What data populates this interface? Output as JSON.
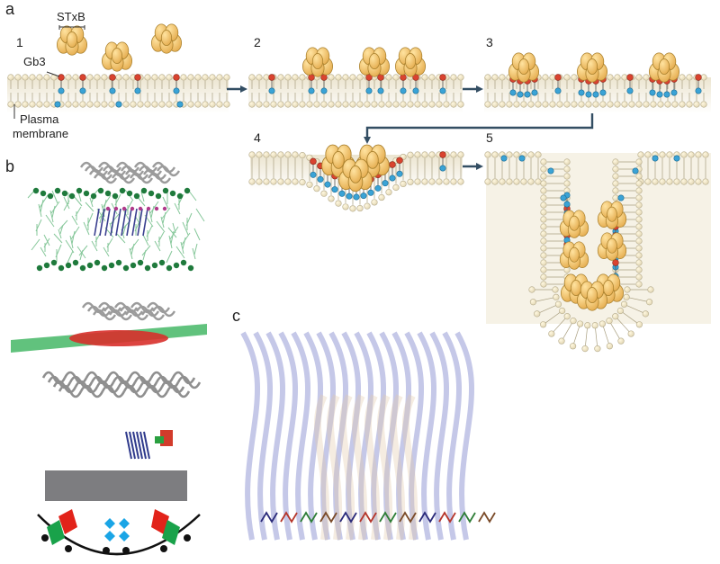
{
  "panels": {
    "a": "a",
    "b": "b",
    "c": "c"
  },
  "steps": {
    "s1": "1",
    "s2": "2",
    "s3": "3",
    "s4": "4",
    "s5": "5"
  },
  "labels": {
    "stxb": "STxB",
    "gb3": "Gb3",
    "plasma": "Plasma",
    "membrane": "membrane"
  },
  "colors": {
    "head": "#e4dcc2",
    "headStroke": "#b5ab8c",
    "gb3Red": "#d9432f",
    "gb3Blue": "#3aa3d6",
    "protein": "#f2c76a",
    "proteinStroke": "#a9802d",
    "cytosol": "#f1ecdd",
    "arrow": "#334e63",
    "ribbonGray": "#b8b8b8",
    "ribbonBlue": "#7f86cc",
    "lipidGreen": "#86c79a",
    "greenDot": "#1f7a3c",
    "slab": "#7d7d80"
  }
}
